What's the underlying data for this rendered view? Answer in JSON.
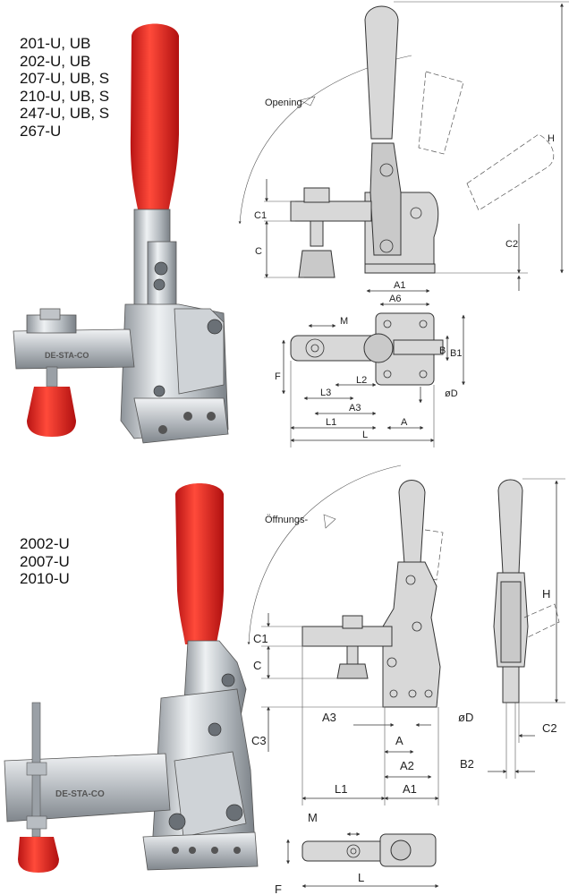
{
  "models_top": [
    "201-U, UB",
    "202-U, UB",
    "207-U, UB, S",
    "210-U, UB, S",
    "247-U, UB, S",
    "267-U"
  ],
  "models_bottom": [
    "2002-U",
    "2007-U",
    "2010-U"
  ],
  "photo_marking_top": "DE-STA-CO",
  "photo_marking_bottom": "DE-STA-CO",
  "colors": {
    "handle": "#e02a2a",
    "steel": "#c8ccd0",
    "drawing_fill": "#d8d8d8"
  },
  "top_drawing": {
    "opening_label": "Opening",
    "labels": {
      "H": "H",
      "C1": "C1",
      "C": "C",
      "C2": "C2",
      "A1": "A1",
      "A6": "A6",
      "M": "M",
      "B": "B",
      "B1": "B1",
      "F": "F",
      "L2": "L2",
      "L3": "L3",
      "A3": "A3",
      "D": "øD",
      "A": "A",
      "L1": "L1",
      "L": "L"
    }
  },
  "bottom_drawing": {
    "opening_label": "Öffnungs-",
    "labels": {
      "C1": "C1",
      "C": "C",
      "C3": "C3",
      "A3": "A3",
      "D": "øD",
      "A": "A",
      "A2": "A2",
      "L1": "L1",
      "A1": "A1",
      "H": "H",
      "C2": "C2",
      "B2": "B2",
      "M": "M",
      "F": "F",
      "L": "L"
    }
  }
}
